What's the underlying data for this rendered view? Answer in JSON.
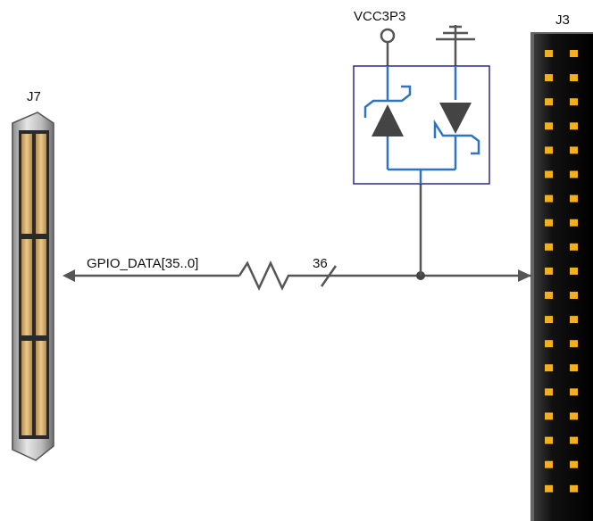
{
  "labels": {
    "j7": "J7",
    "j3": "J3",
    "vcc": "VCC3P3",
    "bus": "GPIO_DATA[35..0]",
    "bus_width": "36"
  },
  "j3_pin_rows": 19,
  "colors": {
    "wire": "#555555",
    "protection_lines": "#2f74c0",
    "protection_box": "#2a2a8a",
    "diode": "#444444",
    "j3_body": "#1a1a1a",
    "j3_pin": "#f2b01e",
    "j7_body": "#a9a9a9",
    "j7_pins": "#d8b37a"
  }
}
